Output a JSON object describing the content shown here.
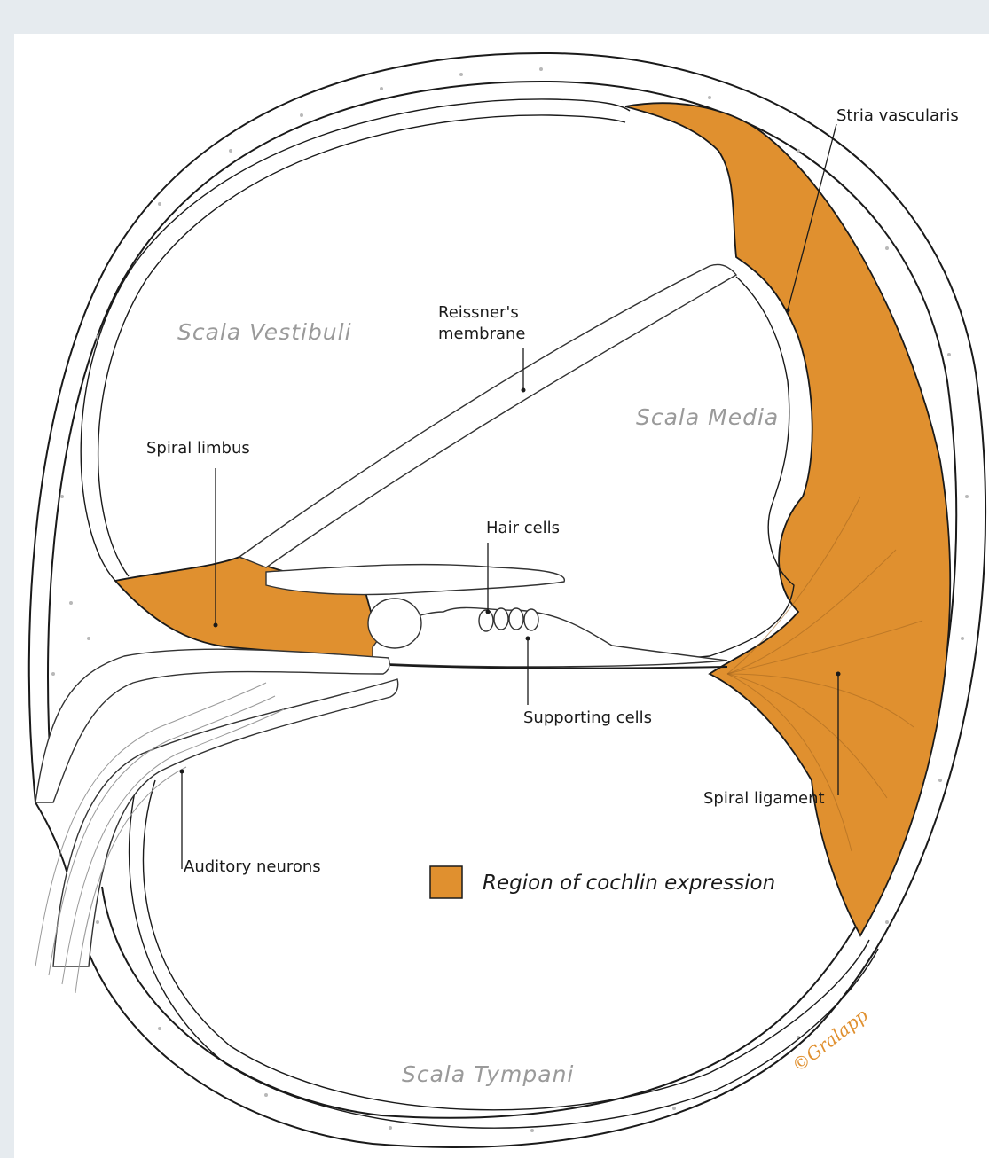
{
  "labels": {
    "stria_vascularis": "Stria vascularis",
    "reissners_line1": "Reissner's",
    "reissners_line2": "membrane",
    "spiral_limbus": "Spiral limbus",
    "hair_cells": "Hair cells",
    "supporting_cells": "Supporting cells",
    "spiral_ligament": "Spiral ligament",
    "auditory_neurons": "Auditory neurons"
  },
  "chambers": {
    "scala_vestibuli": "Scala Vestibuli",
    "scala_media": "Scala Media",
    "scala_tympani": "Scala Tympani"
  },
  "legend": {
    "text": "Region of cochlin expression",
    "swatch_color": "#e0902f"
  },
  "signature": "©Gralapp",
  "colors": {
    "cochlin": "#e0902f",
    "frame_background": "#e6ebef",
    "panel": "#ffffff"
  }
}
